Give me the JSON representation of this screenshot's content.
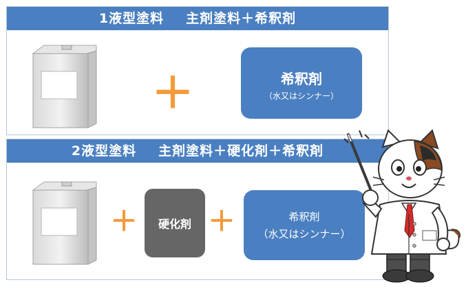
{
  "panel1": {
    "header_part1": "1液型塗料",
    "header_part2": "主剤塗料＋希釈剤",
    "plus": "＋",
    "thinner_box": {
      "title": "希釈剤",
      "subtitle": "（水又はシンナー）"
    }
  },
  "panel2": {
    "header_part1": "2液型塗料",
    "header_part2": "主剤塗料＋硬化剤＋希釈剤",
    "plus1": "＋",
    "plus2": "＋",
    "hardener_box": {
      "title": "硬化剤"
    },
    "thinner_box": {
      "title": "希釈剤",
      "subtitle": "（水又はシンナー）"
    }
  },
  "colors": {
    "header_blue": "#4a7fc1",
    "box_blue": "#4a7fc1",
    "box_gray": "#666666",
    "plus_orange": "#f39a3a"
  },
  "icons": [
    "paint-can-icon",
    "cat-teacher-mascot"
  ]
}
